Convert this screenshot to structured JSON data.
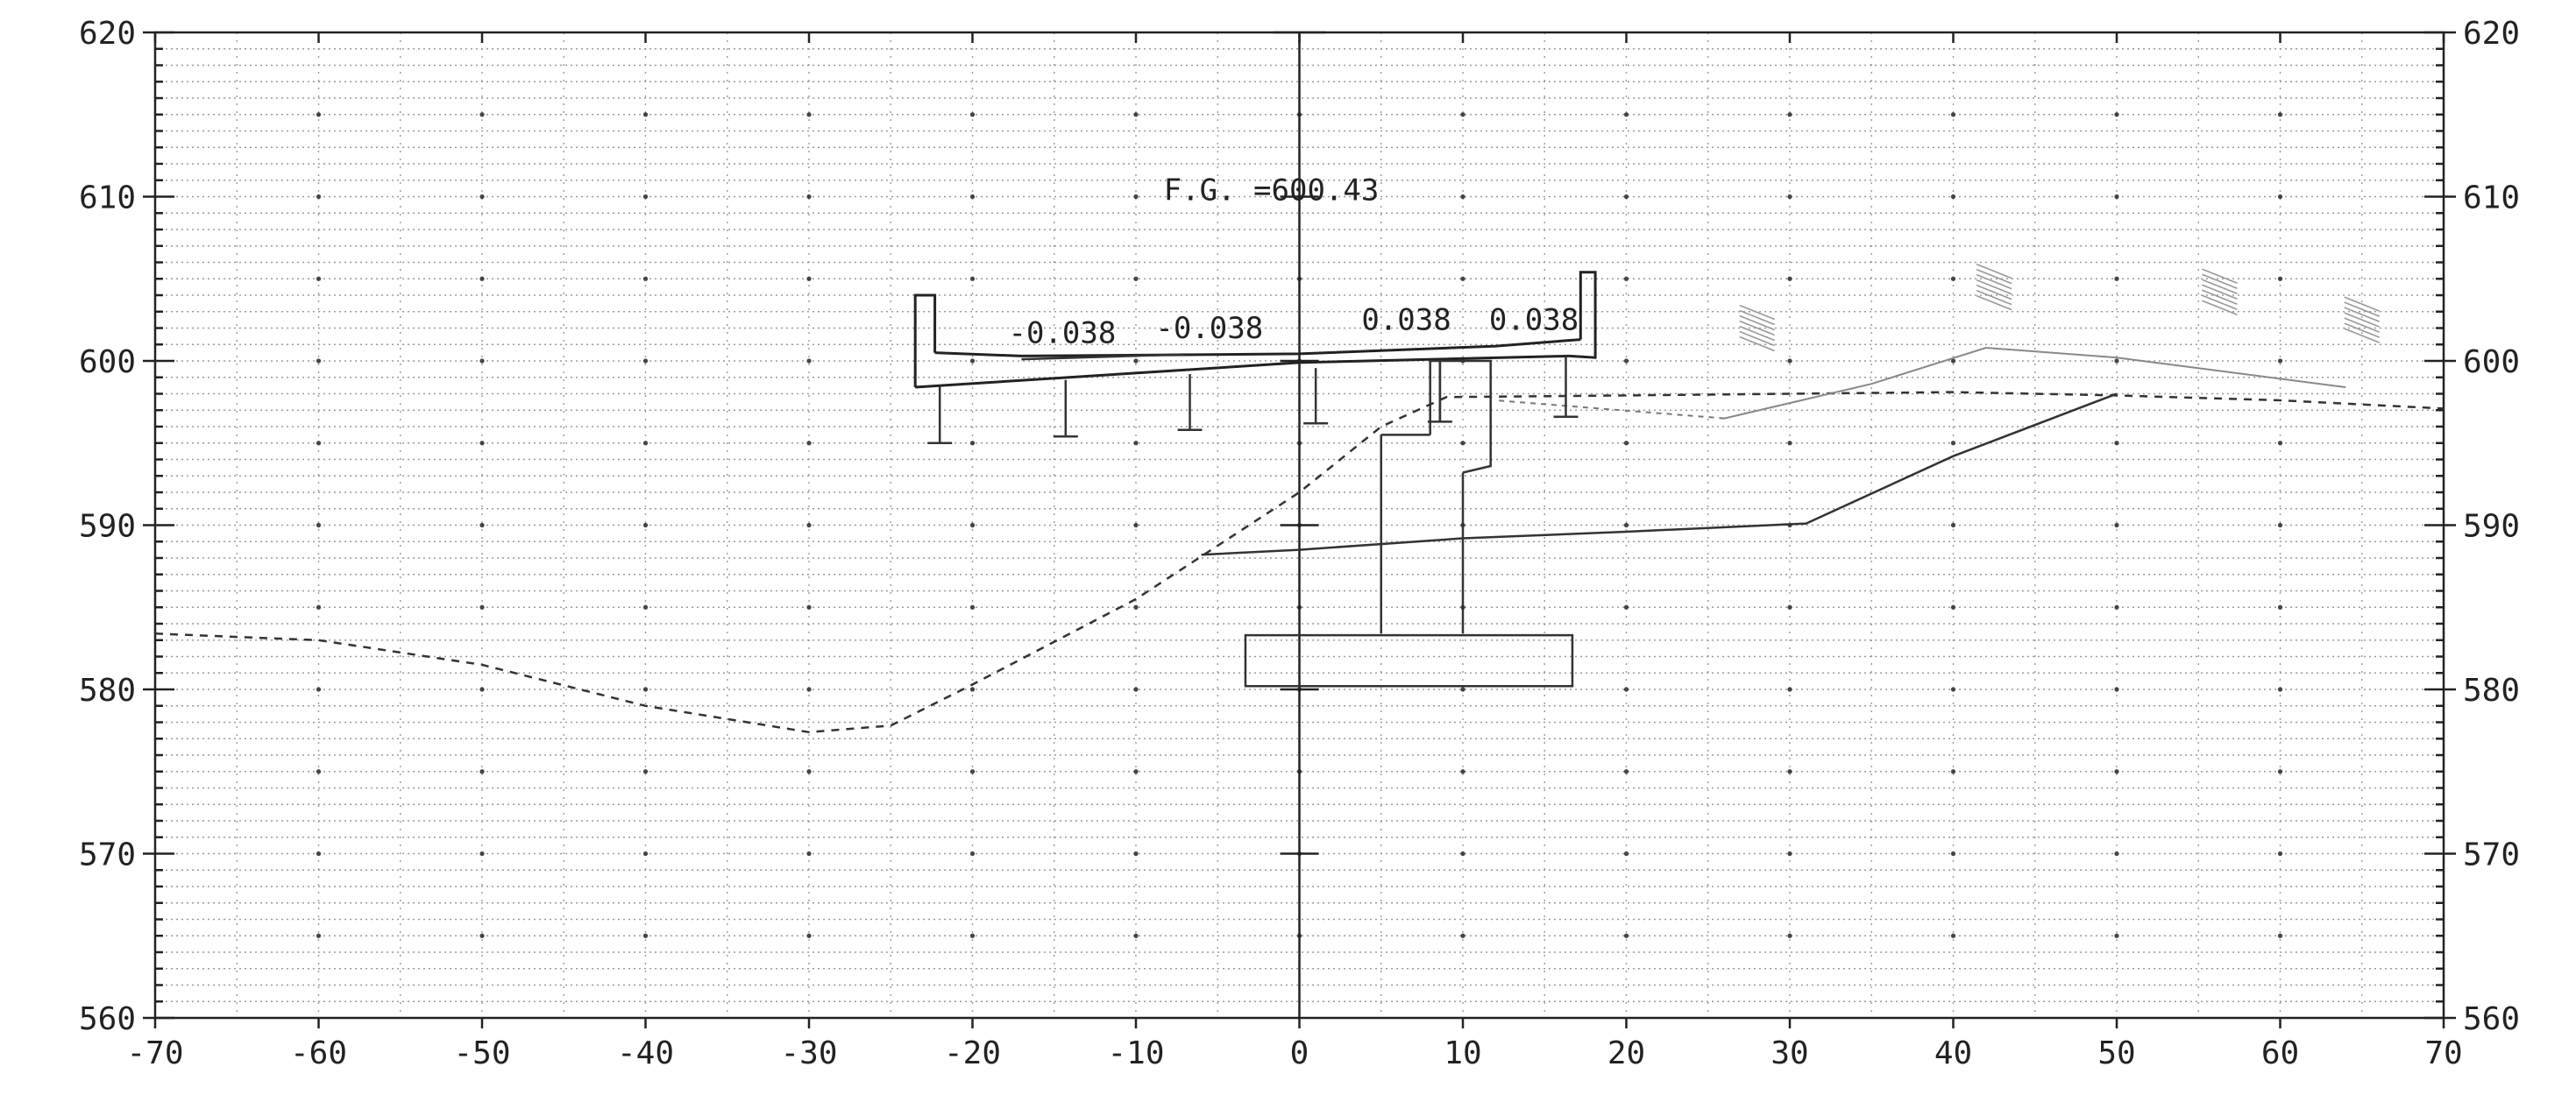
{
  "chart_data": {
    "type": "diagram",
    "x_axis": {
      "range": [
        -70,
        70
      ],
      "ticks": [
        -70,
        -60,
        -50,
        -40,
        -30,
        -20,
        -10,
        0,
        10,
        20,
        30,
        40,
        50,
        60,
        70
      ],
      "tick_labels": [
        "-70",
        "-60",
        "-50",
        "-40",
        "-30",
        "-20",
        "-10",
        "0",
        "10",
        "20",
        "30",
        "40",
        "50",
        "60",
        "70"
      ]
    },
    "y_axis": {
      "range": [
        560,
        620
      ],
      "ticks": [
        560,
        570,
        580,
        590,
        600,
        610,
        620
      ],
      "tick_labels": [
        "560",
        "570",
        "580",
        "590",
        "600",
        "610",
        "620"
      ]
    },
    "grid": true,
    "annotations": {
      "finished_grade": "F.G. =600.43",
      "slopes": [
        "-0.038",
        "-0.038",
        "0.038",
        "0.038"
      ]
    },
    "existing_ground_dashed": [
      [
        -70,
        583.4
      ],
      [
        -60,
        583.0
      ],
      [
        -50,
        581.5
      ],
      [
        -40,
        579.0
      ],
      [
        -30,
        577.4
      ],
      [
        -25,
        577.8
      ],
      [
        -20,
        580.3
      ],
      [
        -10,
        585.5
      ],
      [
        0,
        592.0
      ],
      [
        5,
        596.0
      ],
      [
        9,
        597.8
      ],
      [
        20,
        597.9
      ],
      [
        30,
        598.0
      ],
      [
        40,
        598.1
      ],
      [
        50,
        597.9
      ],
      [
        60,
        597.6
      ],
      [
        70,
        597.1
      ]
    ],
    "solid_ground_line": [
      [
        -6,
        588.2
      ],
      [
        0,
        588.5
      ],
      [
        10,
        589.2
      ],
      [
        20,
        589.6
      ],
      [
        31,
        590.1
      ],
      [
        40,
        594.2
      ],
      [
        50,
        598.0
      ]
    ],
    "faint_ground_line": [
      [
        26,
        596.5
      ],
      [
        35,
        598.6
      ],
      [
        42,
        600.8
      ],
      [
        50,
        600.2
      ],
      [
        64,
        598.4
      ]
    ],
    "deck": {
      "left_barrier_x": [
        -23.5,
        -22.3
      ],
      "left_barrier_top": 604.0,
      "right_barrier_x": [
        17.2,
        18.1
      ],
      "right_barrier_top": 605.4,
      "top_surface": [
        [
          -22.3,
          600.5
        ],
        [
          -17,
          600.3
        ],
        [
          0,
          600.43
        ],
        [
          12,
          600.9
        ],
        [
          17.2,
          601.3
        ]
      ],
      "bottom_surface": [
        [
          -23.5,
          598.4
        ],
        [
          0,
          599.9
        ],
        [
          16.5,
          600.3
        ]
      ],
      "girder_x": [
        -22,
        -14.3,
        -6.7,
        1.0,
        8.6,
        16.3
      ],
      "girder_bottoms": [
        595.0,
        595.4,
        595.8,
        596.2,
        596.3,
        596.6
      ]
    },
    "pier": {
      "column_left_x": 5.0,
      "column_right_x": 10.0,
      "column_top": 595.5,
      "column_bottom": 583.4,
      "cap_outline": [
        [
          8.0,
          595.5
        ],
        [
          8.0,
          600.0
        ],
        [
          11.7,
          600.0
        ],
        [
          11.7,
          593.6
        ],
        [
          10.0,
          593.2
        ]
      ],
      "footing_x": [
        -3.3,
        16.7
      ],
      "footing_y": [
        580.2,
        583.3
      ]
    }
  }
}
